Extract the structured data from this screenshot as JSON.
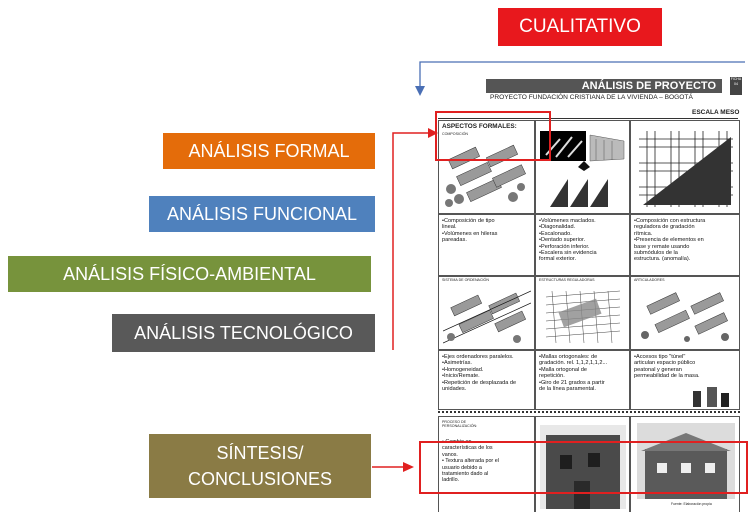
{
  "title": "CUALITATIVO",
  "colors": {
    "red": "#e8181d",
    "orange": "#e46c0a",
    "blue": "#4f81bd",
    "green": "#77933c",
    "gray": "#595959",
    "olive": "#8a7b45",
    "arrow_red": "#e02020",
    "arrow_blue": "#4a6fb5"
  },
  "labels": {
    "formal": "ANÁLISIS FORMAL",
    "funcional": "ANÁLISIS FUNCIONAL",
    "fisico": "ANÁLISIS FÍSICO-AMBIENTAL",
    "tecnologico": "ANÁLISIS TECNOLÓGICO",
    "sintesis_1": "SÍNTESIS/",
    "sintesis_2": "CONCLUSIONES"
  },
  "sheet": {
    "header": "ANÁLISIS DE PROYECTO",
    "subheader": "PROYECTO FUNDACIÓN CRISTIANA  DE LA VIVIENDA  – BOGOTÁ",
    "escala": "ESCALA MESO",
    "side_tag": "FICHA 04",
    "aspectos": "ASPECTOS FORMALES:",
    "composicion": "COMPOSICIÓN",
    "row2_labels": [
      "SISTEMA DE ORDENACIÓN",
      "ESTRUCTURAS REGULADORAS",
      "ARTICULADORES"
    ],
    "row1_text": [
      [
        "•Composición de tipo",
        "lineal.",
        "•Volúmenes en hileras",
        "pareadas."
      ],
      [
        "•Volúmenes maclados.",
        "•Diagonalidad.",
        "•Escalonado.",
        "•Dentado superior.",
        "•Perforación inferior.",
        "•Escalera sin evidencia",
        "formal exterior."
      ],
      [
        "•Composición con estructura",
        "reguladora de gradación",
        "rítmica.",
        "•Presencia de elementos en",
        "base y remate usando",
        "submódulos de la",
        "estructura. (anomalía)."
      ]
    ],
    "row2_text": [
      [
        "•Ejes ordenadores paralelos.",
        "•Asimetrías.",
        "•Homogeneidad.",
        "•Inicio/Remate.",
        "•Repetición de desplazada de",
        "unidades."
      ],
      [
        "•Mallas ortogonales: de",
        "gradación. rel. 1,1,2,1,1,2...",
        "•Malla ortogonal de",
        "repetición.",
        "•Giro de 21 grados a partir",
        "de la línea paramental."
      ],
      [
        "•Accesos tipo \"túnel\"",
        "articulan espacio público",
        "peatonal y generan",
        "permeabilidad de la masa."
      ]
    ],
    "proceso": [
      "PROCESO DE",
      "PERSONALIZACIÓN:"
    ],
    "row3_text": [
      "•  Cambio en",
      "   características de los",
      "   vanos.",
      "•  Textura alterada por el",
      "   usuario debido a",
      "   tratamiento dado al",
      "   ladrillo."
    ],
    "foto_credit": "Fuente: Elaboración propia"
  }
}
